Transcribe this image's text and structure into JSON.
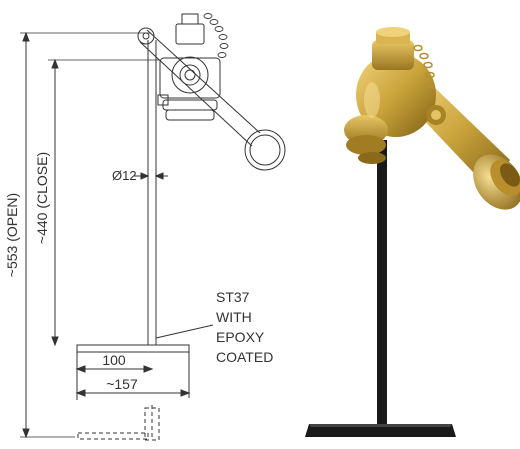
{
  "drawing": {
    "dim_open": "~553 (OPEN)",
    "dim_close": "~440 (CLOSE)",
    "dim_diameter": "Ø12",
    "dim_100": "100",
    "dim_157": "~157",
    "material_line1": "ST37",
    "material_line2": "WITH",
    "material_line3": "EPOXY",
    "material_line4": "COATED"
  },
  "colors": {
    "line": "#333333",
    "brass": "#c9a23a",
    "brass_dark": "#8a6a1a",
    "brass_light": "#f0d27a",
    "stand": "#1a1a1a"
  }
}
